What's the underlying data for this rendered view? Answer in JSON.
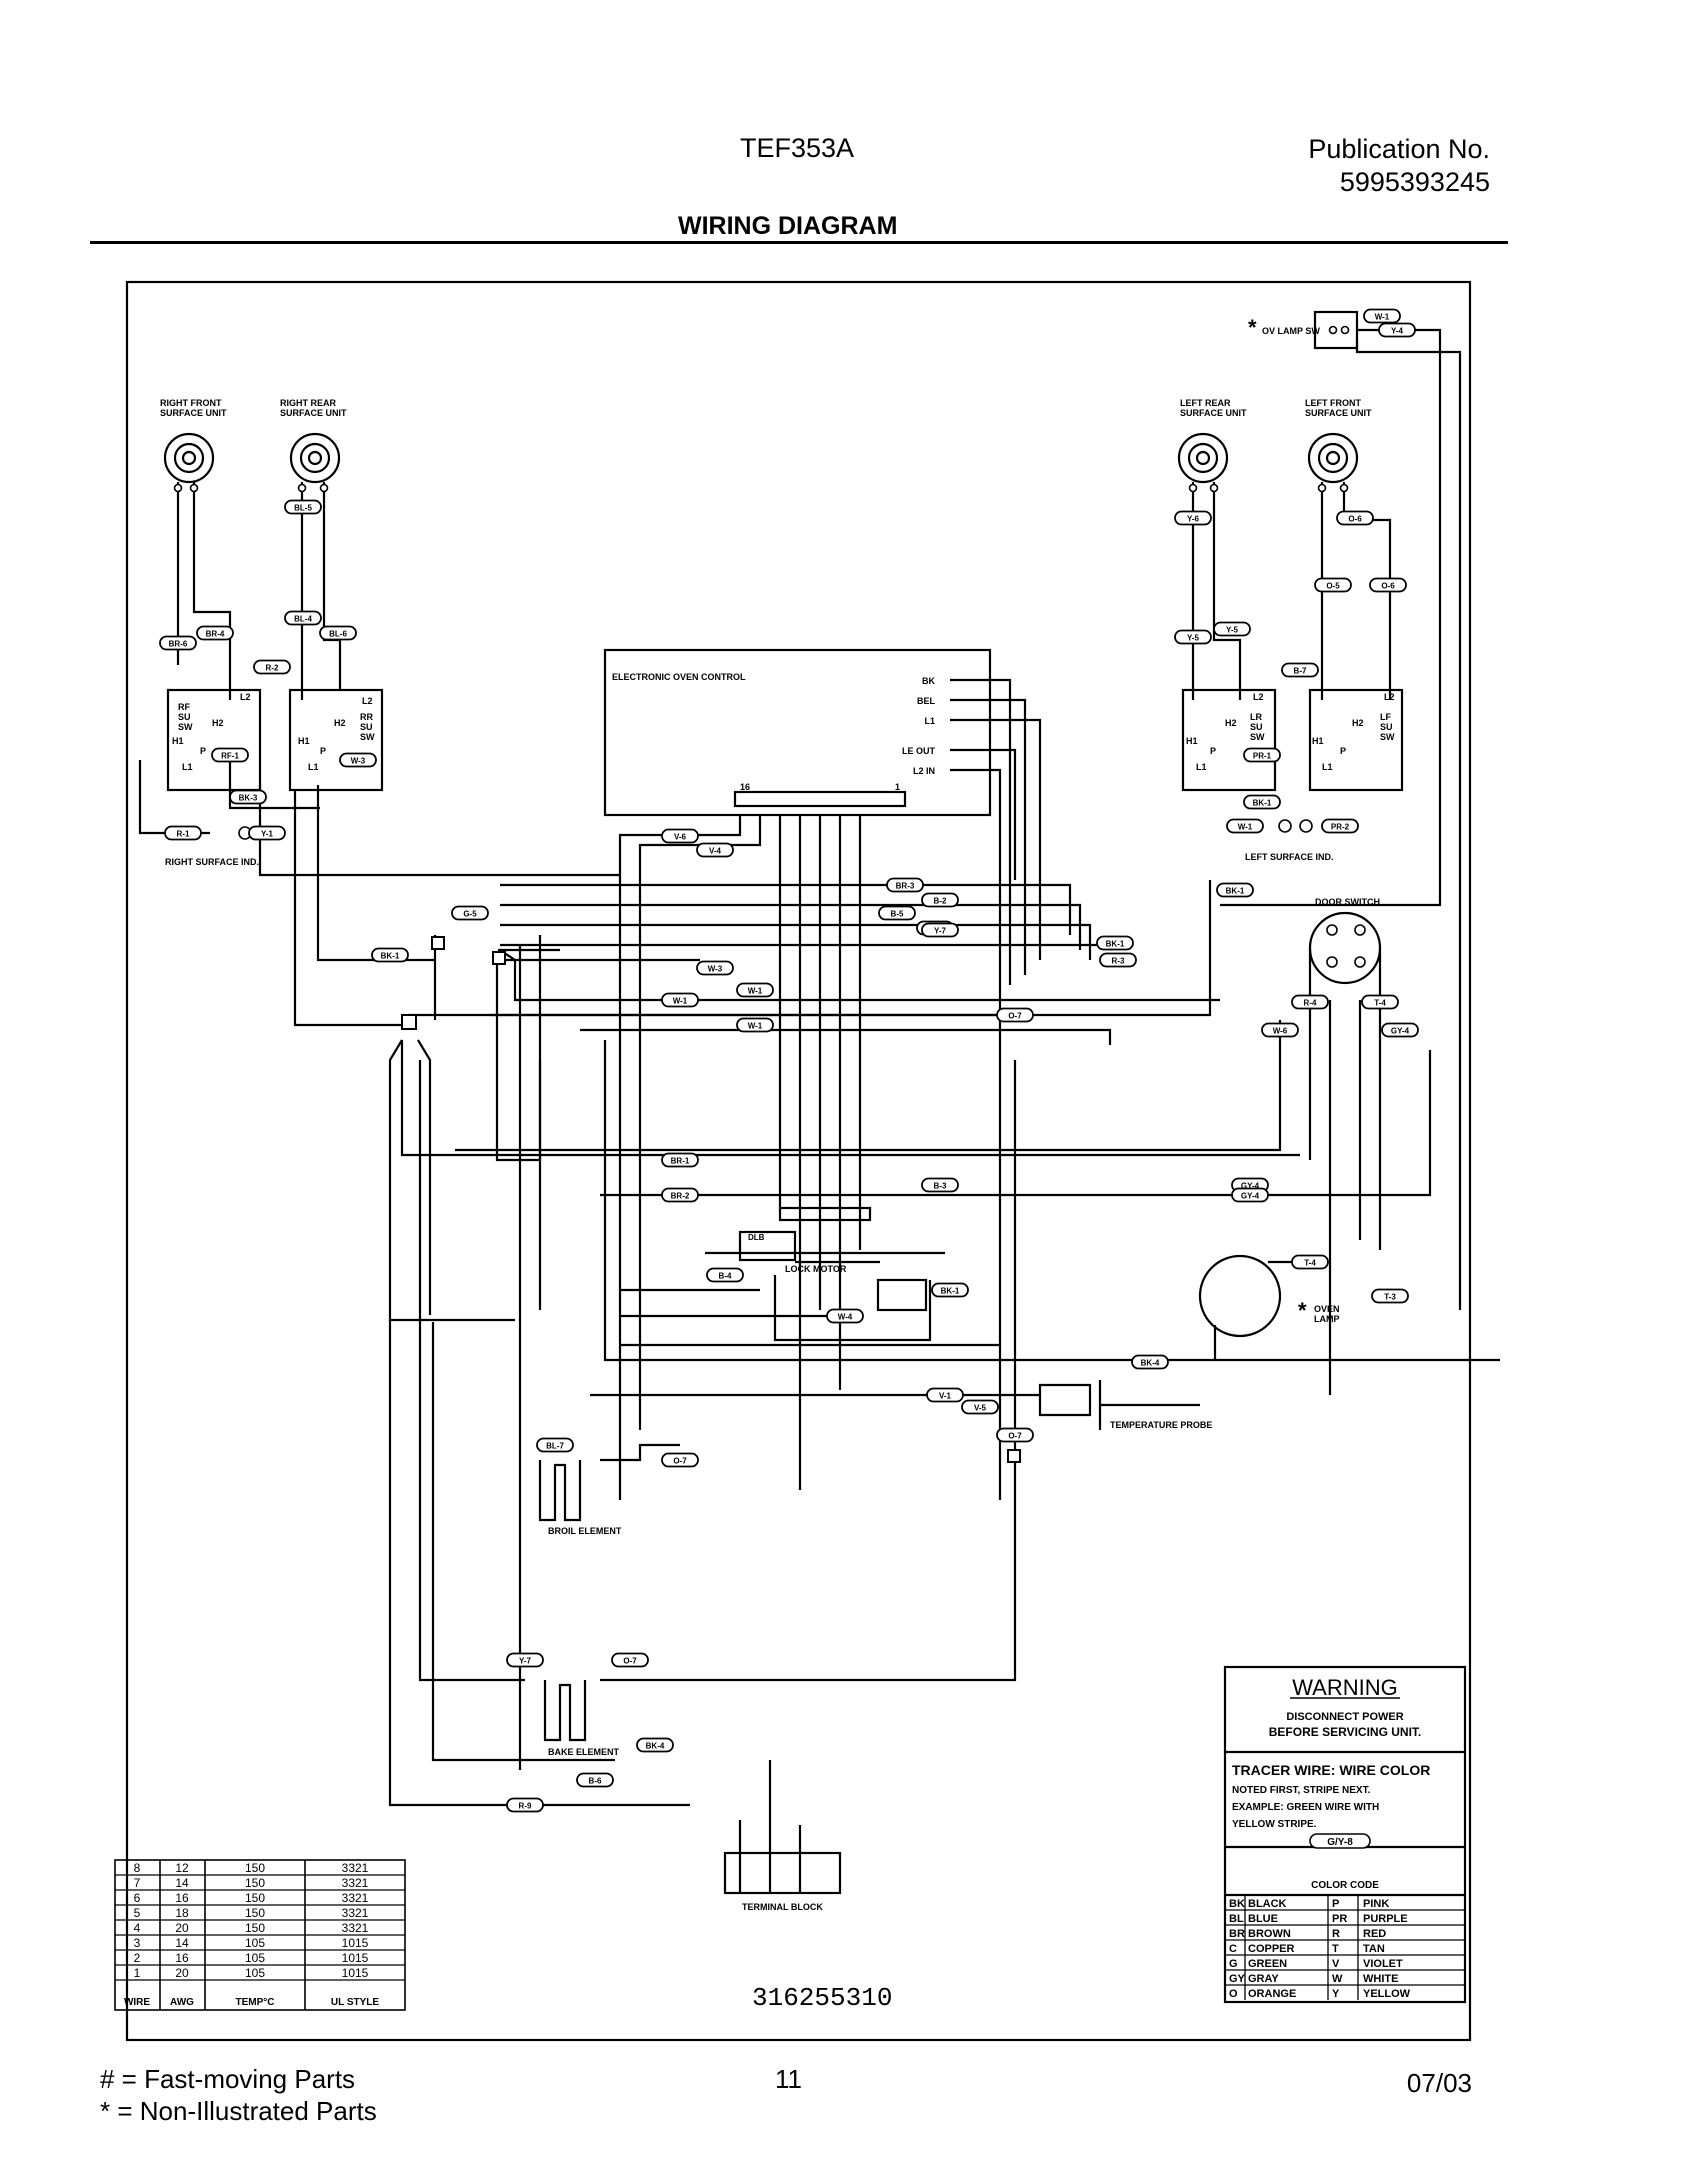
{
  "header": {
    "model": "TEF353A",
    "publication_label": "Publication No.",
    "publication_number": "5995393245",
    "title": "WIRING DIAGRAM"
  },
  "labels": {
    "right_front": [
      "RIGHT FRONT",
      "SURFACE UNIT"
    ],
    "right_rear": [
      "RIGHT REAR",
      "SURFACE UNIT"
    ],
    "left_rear": [
      "LEFT REAR",
      "SURFACE UNIT"
    ],
    "left_front": [
      "LEFT FRONT",
      "SURFACE UNIT"
    ],
    "ov_lamp_sw": "OV LAMP SW",
    "eoc": "ELECTRONIC OVEN CONTROL",
    "eoc_pins": [
      "BK",
      "BEL",
      "L1",
      "LE OUT",
      "L2 IN"
    ],
    "eoc_pin_ends": [
      "16",
      "1"
    ],
    "rf_sw": [
      "RF",
      "SU",
      "SW"
    ],
    "rr_sw": [
      "RR",
      "SU",
      "SW"
    ],
    "lr_sw": [
      "LR",
      "SU",
      "SW"
    ],
    "lf_sw": [
      "LF",
      "SU",
      "SW"
    ],
    "h1": "H1",
    "h2": "H2",
    "l1": "L1",
    "l2": "L2",
    "p": "P",
    "right_surface_ind": "RIGHT SURFACE IND.",
    "left_surface_ind": "LEFT SURFACE IND.",
    "door_switch": "DOOR SWITCH",
    "lock_motor": "LOCK MOTOR",
    "oven_lamp": [
      "OVEN",
      "LAMP"
    ],
    "temp_probe": "TEMPERATURE PROBE",
    "broil_element": "BROIL ELEMENT",
    "bake_element": "BAKE ELEMENT",
    "terminal_block": "TERMINAL BLOCK",
    "dlb": "DLB"
  },
  "wire_tags": {
    "ov_top": "Y-4",
    "ov_2": "W-1",
    "rr_a": "BL-5",
    "rr_b": "BL-4",
    "rf_a": "BR-6",
    "rf_b": "BR-4",
    "rr_c": "BL-6",
    "rf_c": "R-2",
    "rf_d": "RF-1",
    "rr_d": "W-3",
    "rf_e": "BK-3",
    "rsi_a": "R-1",
    "rsi_b": "Y-1",
    "lr_a": "Y-6",
    "lf_a": "O-6",
    "lf_b": "O-5",
    "lf_c": "O-6",
    "lr_b": "Y-5",
    "lr_c": "Y-5",
    "lf_d": "B-7",
    "lr_d": "PR-1",
    "lr_e": "BK-1",
    "lsi_a": "W-1",
    "lsi_b": "PR-2",
    "c1": "V-6",
    "c2": "V-4",
    "c3": "BR-3",
    "c4": "B-2",
    "c5": "B-5",
    "c6": "W-5",
    "c7": "Y-7",
    "c8": "G-5",
    "c9": "BK-1",
    "c10": "W-3",
    "c11": "BK-1",
    "c12": "R-3",
    "c13": "O-7",
    "c14": "W-1",
    "c15": "W-1",
    "c16": "W-1",
    "ds1": "BK-1",
    "ds2": "R-4",
    "ds3": "T-4",
    "ds4": "W-6",
    "ds5": "GY-4",
    "c17": "BR-1",
    "c18": "B-3",
    "c19": "GY-4",
    "c20": "GY-4",
    "c21": "BR-2",
    "c22": "B-4",
    "c23": "BK-1",
    "c24": "W-4",
    "c25": "T-4",
    "c26": "T-3",
    "c27": "BK-4",
    "c28": "V-1",
    "c29": "V-5",
    "c30": "O-7",
    "c31": "BL-7",
    "c32": "O-7",
    "c33": "Y-7",
    "c34": "O-7",
    "c35": "BK-4",
    "c36": "B-6",
    "c37": "R-9"
  },
  "wire_table": {
    "headers": [
      "WIRE",
      "AWG",
      "TEMP°C",
      "UL STYLE"
    ],
    "rows": [
      [
        "8",
        "12",
        "150",
        "3321"
      ],
      [
        "7",
        "14",
        "150",
        "3321"
      ],
      [
        "6",
        "16",
        "150",
        "3321"
      ],
      [
        "5",
        "18",
        "150",
        "3321"
      ],
      [
        "4",
        "20",
        "150",
        "3321"
      ],
      [
        "3",
        "14",
        "105",
        "1015"
      ],
      [
        "2",
        "16",
        "105",
        "1015"
      ],
      [
        "1",
        "20",
        "105",
        "1015"
      ]
    ]
  },
  "part_number": "316255310",
  "warning": {
    "title": "WARNING",
    "line1": "DISCONNECT POWER",
    "line2": "BEFORE SERVICING UNIT.",
    "tracer_head": "TRACER WIRE:  WIRE COLOR",
    "note1": "NOTED FIRST, STRIPE NEXT.",
    "note2": "EXAMPLE:  GREEN WIRE WITH",
    "note3": "YELLOW STRIPE.",
    "example_tag": "G/Y-8",
    "color_code_title": "COLOR CODE",
    "colors": [
      [
        "BK",
        "BLACK",
        "P",
        "PINK"
      ],
      [
        "BL",
        "BLUE",
        "PR",
        "PURPLE"
      ],
      [
        "BR",
        "BROWN",
        "R",
        "RED"
      ],
      [
        "C",
        "COPPER",
        "T",
        "TAN"
      ],
      [
        "G",
        "GREEN",
        "V",
        "VIOLET"
      ],
      [
        "GY",
        "GRAY",
        "W",
        "WHITE"
      ],
      [
        "O",
        "ORANGE",
        "Y",
        "YELLOW"
      ]
    ]
  },
  "footer": {
    "legend1": "#  =  Fast-moving Parts",
    "legend2": "*   =  Non-Illustrated Parts",
    "page": "11",
    "date": "07/03"
  }
}
